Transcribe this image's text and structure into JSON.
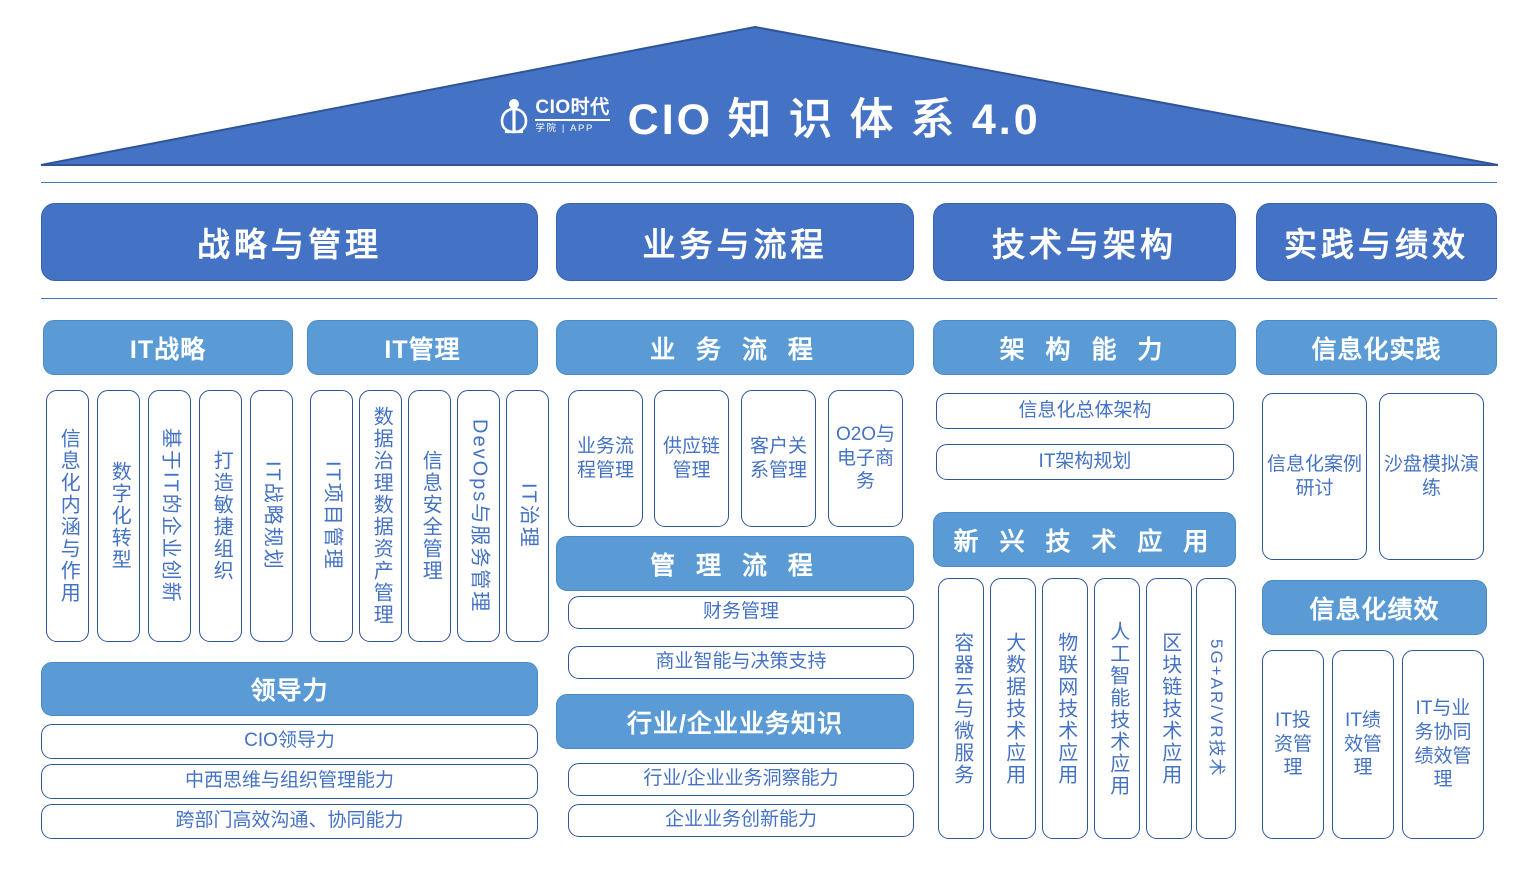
{
  "header": {
    "logo_main": "CIO时代",
    "logo_sub": "学院 | APP",
    "logo_icon": "cio-person-logo-icon",
    "title": "CIO 知 识 体 系 4.0"
  },
  "colors": {
    "primary_dark": "#4472C4",
    "primary_light": "#5B9BD5",
    "card_border": "#2F5597",
    "card_text": "#4472C4",
    "background": "#FFFFFF"
  },
  "pillars": [
    {
      "label": "战略与管理"
    },
    {
      "label": "业务与流程"
    },
    {
      "label": "技术与架构"
    },
    {
      "label": "实践与绩效"
    }
  ],
  "sections": {
    "it_strategy": {
      "title": "IT战略",
      "items": [
        "信息化内涵与作用",
        "数字化转型",
        "基于IT的企业创新",
        "打造敏捷组织",
        "IT战略规划"
      ]
    },
    "it_management": {
      "title": "IT管理",
      "items": [
        "IT项目管理",
        "数据治理数据资产管理",
        "信息安全管理",
        "DevOps与服务管理",
        "IT治理"
      ]
    },
    "leadership": {
      "title": "领导力",
      "items": [
        "CIO领导力",
        "中西思维与组织管理能力",
        "跨部门高效沟通、协同能力"
      ]
    },
    "business_process": {
      "title": "业 务 流 程",
      "items": [
        "业务流程管理",
        "供应链管理",
        "客户关系管理",
        "O2O与电子商务"
      ]
    },
    "management_process": {
      "title": "管 理 流 程",
      "items": [
        "财务管理",
        "商业智能与决策支持"
      ]
    },
    "industry_knowledge": {
      "title": "行业/企业业务知识",
      "items": [
        "行业/企业业务洞察能力",
        "企业业务创新能力"
      ]
    },
    "architecture": {
      "title": "架 构 能 力",
      "items": [
        "信息化总体架构",
        "IT架构规划"
      ]
    },
    "emerging_tech": {
      "title": "新 兴 技 术 应 用",
      "items": [
        "容器云与微服务",
        "大数据技术应用",
        "物联网技术应用",
        "人工智能技术应用",
        "区块链技术应用",
        "5G+AR/VR技术"
      ]
    },
    "informatization_practice": {
      "title": "信息化实践",
      "items": [
        "信息化案例研讨",
        "沙盘模拟演练"
      ]
    },
    "informatization_performance": {
      "title": "信息化绩效",
      "items": [
        "IT投资管理",
        "IT绩效管理",
        "IT与业务协同绩效管理"
      ]
    }
  }
}
